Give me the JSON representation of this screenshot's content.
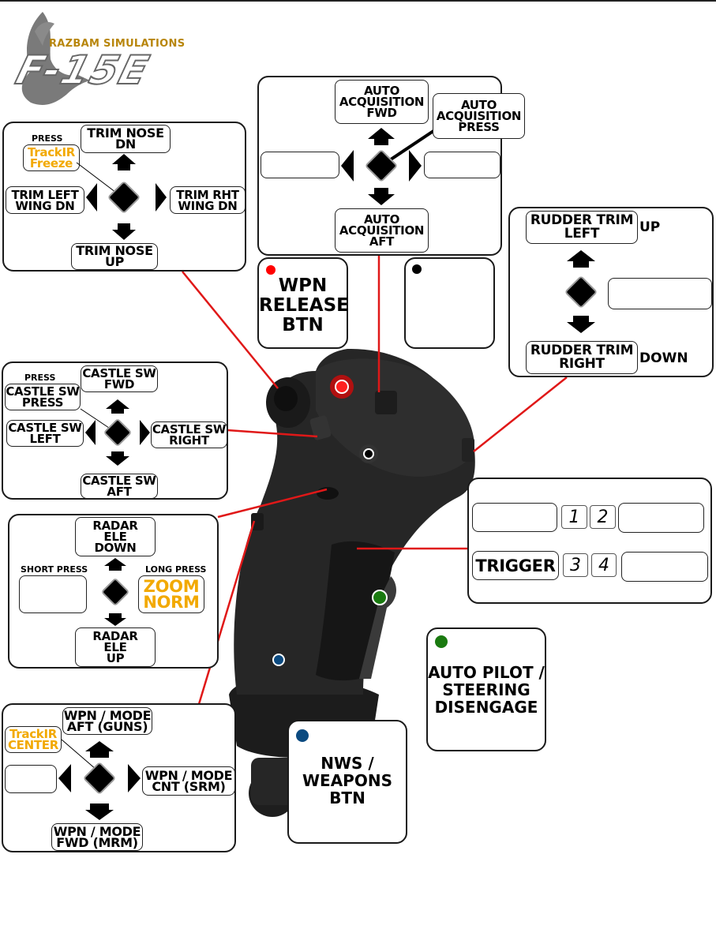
{
  "logo": {
    "brand": "RAZBAM SIMULATIONS",
    "aircraft": "F-15E",
    "icon": "eagle-icon"
  },
  "colors": {
    "accent_orange": "#f2a900",
    "leader_line": "#e01818",
    "wpn_release_dot": "#ff0000",
    "black_dot": "#000000",
    "autopilot_dot": "#1a7a10",
    "nws_dot": "#0b4a80",
    "brand_gold": "#b8860b"
  },
  "trim_hat": {
    "up": "TRIM NOSE\nDN",
    "down": "TRIM NOSE\nUP",
    "left": "TRIM LEFT\nWING DN",
    "right": "TRIM RHT\nWING DN",
    "press_caption": "PRESS",
    "press": "TrackIR\nFreeze"
  },
  "auto_acq": {
    "up": "AUTO\nACQUISITION\nFWD",
    "down": "AUTO\nACQUISITION\nAFT",
    "press": "AUTO\nACQUISITION\nPRESS",
    "left": "",
    "right": ""
  },
  "wpn_release": {
    "label": "WPN\nRELEASE\nBTN"
  },
  "black_button": {
    "label": ""
  },
  "rudder_trim": {
    "up": "RUDDER TRIM\nLEFT",
    "up_caption": "UP",
    "down": "RUDDER TRIM\nRIGHT",
    "down_caption": "DOWN",
    "press": ""
  },
  "castle_sw": {
    "press_caption": "PRESS",
    "press": "CASTLE SW\nPRESS",
    "up": "CASTLE SW\nFWD",
    "left": "CASTLE SW\nLEFT",
    "right": "CASTLE SW\nRIGHT",
    "down": "CASTLE SW\nAFT"
  },
  "radar_ele": {
    "up": "RADAR\nELE\nDOWN",
    "down": "RADAR\nELE\nUP",
    "short_caption": "SHORT PRESS",
    "short": "",
    "long_caption": "LONG PRESS",
    "long": "ZOOM\nNORM"
  },
  "trigger": {
    "row1_left": "",
    "stage1": "1",
    "stage2": "2",
    "row1_right": "",
    "label": "TRIGGER",
    "stage3": "3",
    "stage4": "4",
    "row2_right": ""
  },
  "wpn_mode": {
    "up": "WPN / MODE\nAFT (GUNS)",
    "press": "TrackIR\nCENTER",
    "left": "",
    "right": "WPN / MODE\nCNT (SRM)",
    "down": "WPN / MODE\nFWD (MRM)"
  },
  "autopilot": {
    "label": "AUTO PILOT /\nSTEERING\nDISENGAGE"
  },
  "nws": {
    "label": "NWS /\nWEAPONS\nBTN"
  }
}
